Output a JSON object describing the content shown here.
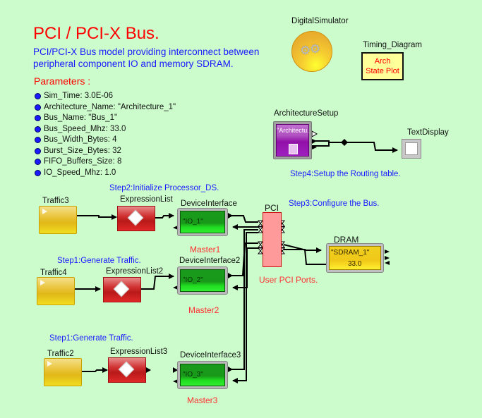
{
  "header": {
    "title": "PCI / PCI-X Bus.",
    "subtitle": "PCI/PCI-X Bus model providing interconnect between peripheral component IO and memory SDRAM."
  },
  "parameters": {
    "title": "Parameters :",
    "items": [
      "Sim_Time: 3.0E-06",
      "Architecture_Name: \"Architecture_1\"",
      "Bus_Name: \"Bus_1\"",
      "Bus_Speed_Mhz: 33.0",
      "Bus_Width_Bytes: 4",
      "Burst_Size_Bytes: 32",
      "FIFO_Buffers_Size: 8",
      "IO_Speed_Mhz: 1.0"
    ]
  },
  "blocks": {
    "digital_simulator": {
      "label": "DigitalSimulator"
    },
    "timing_diagram": {
      "label": "Timing_Diagram",
      "line1": "Arch",
      "line2": "State Plot"
    },
    "architecture_setup": {
      "label": "ArchitectureSetup",
      "value": "\"Architectu..."
    },
    "text_display": {
      "label": "TextDisplay"
    },
    "traffic3": {
      "label": "Traffic3"
    },
    "traffic4": {
      "label": "Traffic4"
    },
    "traffic2": {
      "label": "Traffic2"
    },
    "expr1": {
      "label": "ExpressionList"
    },
    "expr2": {
      "label": "ExpressionList2"
    },
    "expr3": {
      "label": "ExpressionList3"
    },
    "dev1": {
      "label": "DeviceInterface",
      "value": "\"IO_1\"",
      "caption": "Master1"
    },
    "dev2": {
      "label": "DeviceInterface2",
      "value": "\"IO_2\"",
      "caption": "Master2"
    },
    "dev3": {
      "label": "DeviceInterface3",
      "value": "\"IO_3\"",
      "caption": "Master3"
    },
    "pci": {
      "label": "PCI",
      "caption": "User PCI Ports."
    },
    "dram": {
      "label": "DRAM",
      "value": "\"SDRAM_1\"",
      "speed": "33.0"
    }
  },
  "steps": {
    "step1a": "Step1:Generate Traffic.",
    "step1b": "Step1:Generate Traffic.",
    "step2": "Step2:Initialize Processor_DS.",
    "step3": "Step3:Configure the Bus.",
    "step4": "Step4:Setup the Routing table."
  },
  "colors": {
    "background": "#ccfccc",
    "title": "#ff0000",
    "step_text": "#1a1aff"
  }
}
